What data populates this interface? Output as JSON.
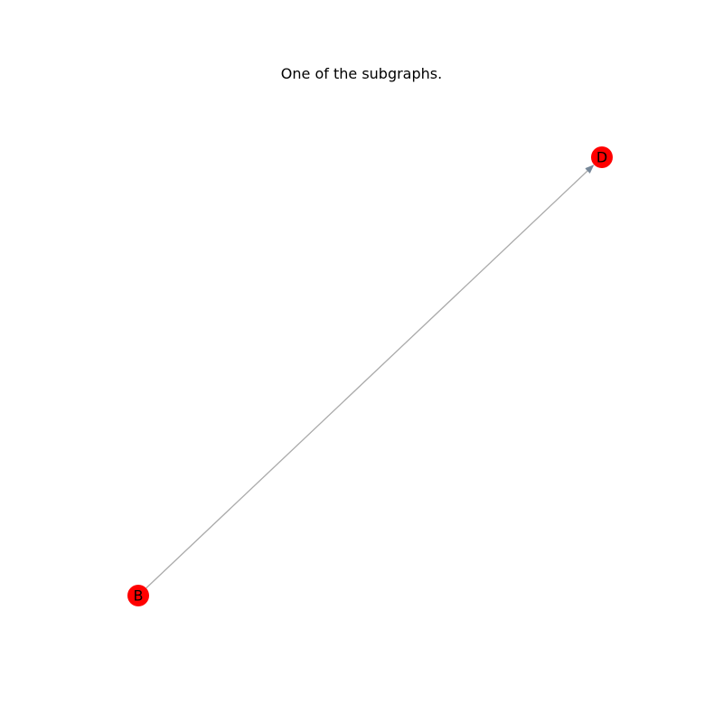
{
  "title": "One of the subgraphs.",
  "colors": {
    "node_fill": "#ff0000",
    "edge_color": "#aaaaaa",
    "arrow_color": "#778899",
    "label_color": "#000000"
  },
  "graph": {
    "directed": true,
    "nodes": [
      {
        "id": "B",
        "label": "B"
      },
      {
        "id": "D",
        "label": "D"
      }
    ],
    "edges": [
      {
        "source": "B",
        "target": "D"
      }
    ]
  }
}
